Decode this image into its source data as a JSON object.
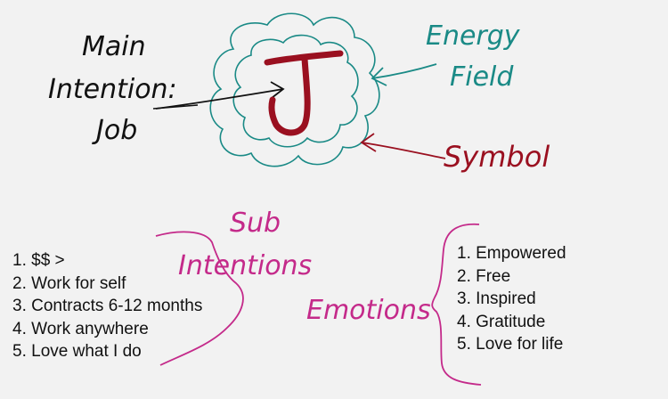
{
  "main_intention": {
    "line1": "Main",
    "line2": "Intention:",
    "line3": "Job",
    "color": "#111111"
  },
  "energy_field": {
    "line1": "Energy",
    "line2": "Field",
    "color": "#1a8a86"
  },
  "symbol": {
    "glyph": "J",
    "label": "Symbol",
    "color": "#9a1020"
  },
  "sub_intentions": {
    "line1": "Sub",
    "line2": "Intentions",
    "color": "#c42a8a",
    "items": [
      "1. $$ >",
      "2. Work for self",
      "3. Contracts 6-12 months",
      "4. Work anywhere",
      "5. Love what I do"
    ]
  },
  "emotions": {
    "label": "Emotions",
    "color": "#c42a8a",
    "items": [
      "1. Empowered",
      "2. Free",
      "3. Inspired",
      "4. Gratitude",
      "5. Love for life"
    ]
  }
}
